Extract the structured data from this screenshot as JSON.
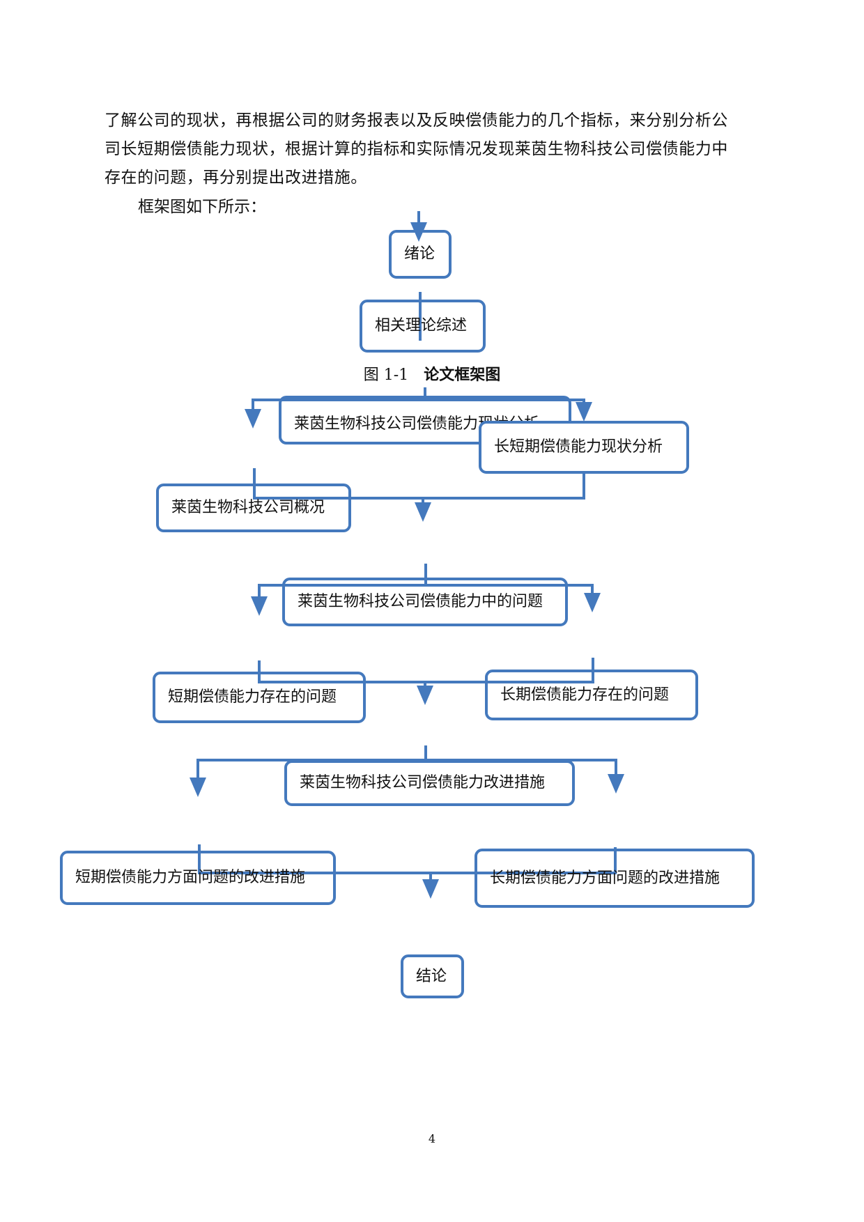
{
  "paragraph": {
    "line1": "了解公司的现状，再根据公司的财务报表以及反映偿债能力的几个指标，来分别分析公",
    "line2": "司长短期偿债能力现状，根据计算的指标和实际情况发现莱茵生物科技公司偿债能力中",
    "line3": "存在的问题，再分别提出改进措施。",
    "line4": "框架图如下所示："
  },
  "figure_caption": {
    "number": "图 1-1",
    "title": "论文框架图"
  },
  "flowchart": {
    "nodes": {
      "introduction": "绪论",
      "related_theory": "相关理论综述",
      "solvency_status": "莱茵生物科技公司偿债能力现状分析",
      "long_short_status": "长短期偿债能力现状分析",
      "company_overview": "莱茵生物科技公司概况",
      "solvency_problems": "莱茵生物科技公司偿债能力中的问题",
      "short_term_problems": "短期偿债能力存在的问题",
      "long_term_problems": "长期偿债能力存在的问题",
      "improvement_measures": "莱茵生物科技公司偿债能力改进措施",
      "short_term_measures": "短期偿债能力方面问题的改进措施",
      "long_term_measures": "长期偿债能力方面问题的改进措施",
      "conclusion": "结论"
    },
    "colors": {
      "line": "#4479bd",
      "text": "#111111"
    }
  },
  "page_number": "4"
}
